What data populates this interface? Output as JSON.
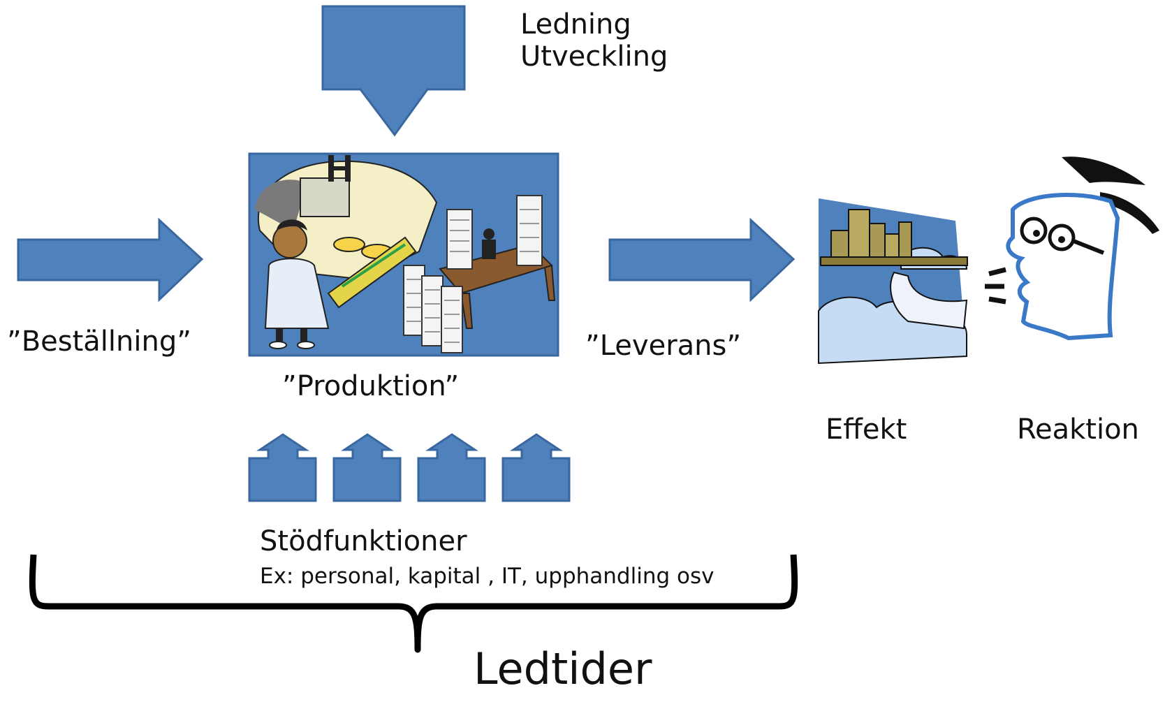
{
  "colors": {
    "shape_fill": "#4f81bd",
    "shape_stroke": "#3a67a0",
    "bracket": "#000000",
    "text": "#111111"
  },
  "labels": {
    "management_line1": "Ledning",
    "management_line2": "Utveckling",
    "order": "”Beställning”",
    "production": "”Produktion”",
    "delivery": "”Leverans”",
    "effect": "Effekt",
    "reaction": "Reaktion",
    "support_title": "Stödfunktioner",
    "support_examples": "Ex: personal, kapital , IT, upphandling osv",
    "lead_times": "Ledtider"
  },
  "illustrations": {
    "production": "laboratory-and-office-clipart",
    "effect": "city-on-clouds-clipart",
    "reaction": "surprised-person-clipart"
  },
  "support_callout_count": 4
}
